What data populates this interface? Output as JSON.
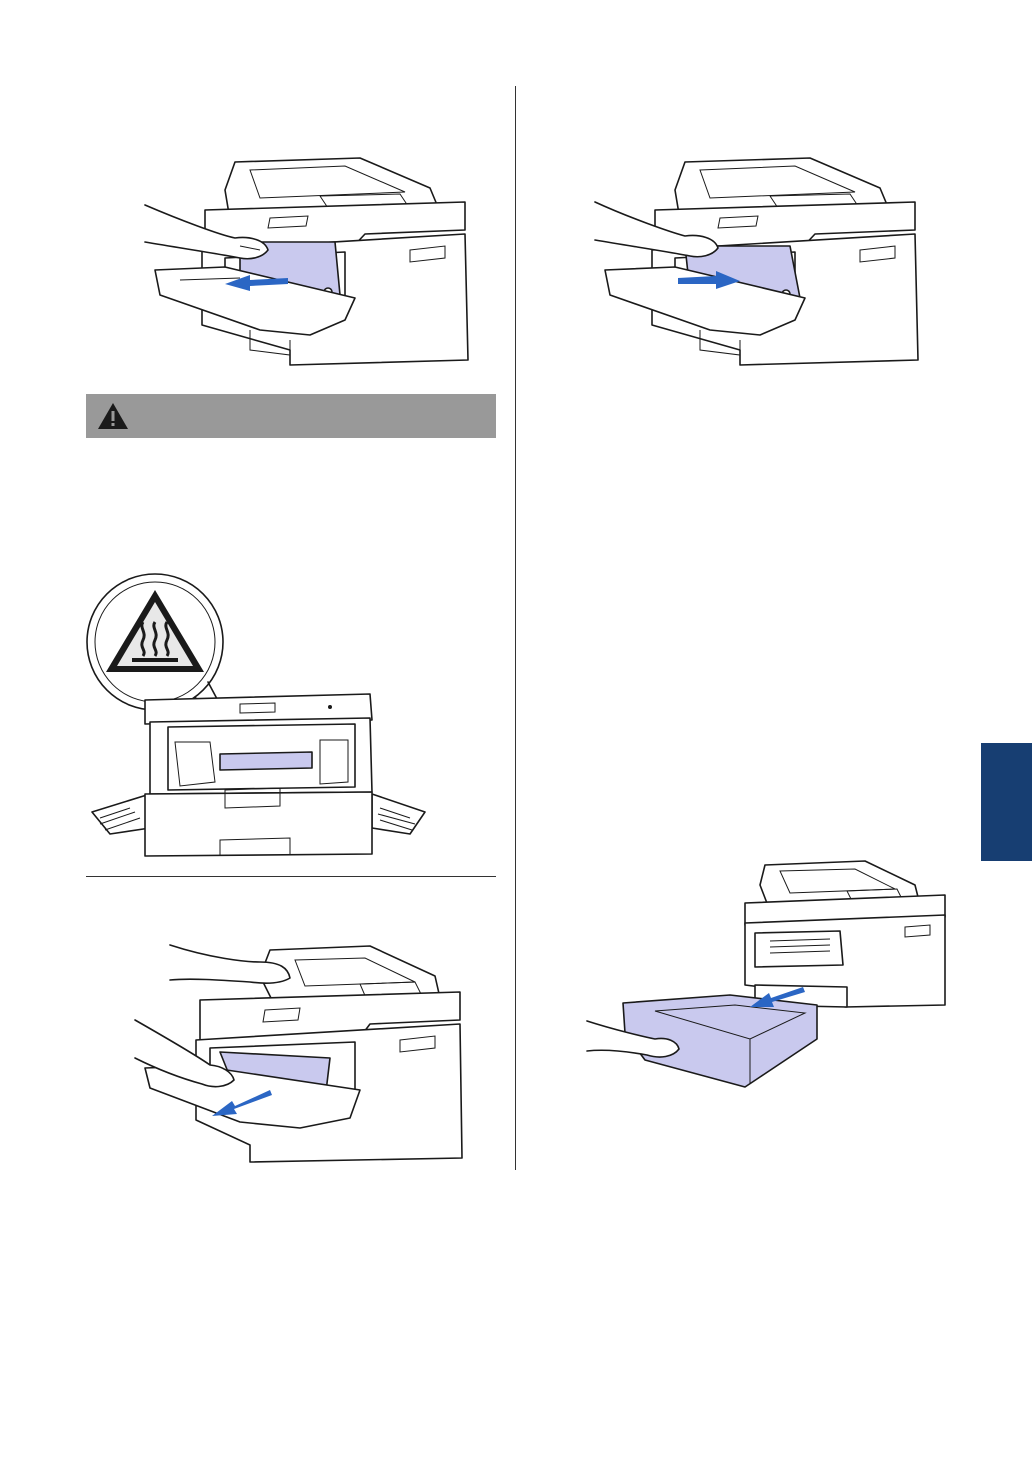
{
  "page": {
    "warning_label": "",
    "chapter_tab_label": ""
  },
  "figures": [
    {
      "name": "remove-toner-drum-assembly",
      "icon": "printer-illustration"
    },
    {
      "name": "hot-surface-warning",
      "icon": "hot-surface-icon"
    },
    {
      "name": "pull-jammed-paper",
      "icon": "printer-illustration"
    },
    {
      "name": "reinstall-toner-drum-assembly",
      "icon": "printer-illustration"
    },
    {
      "name": "pull-out-paper-tray",
      "icon": "printer-illustration"
    }
  ],
  "colors": {
    "warning_bar": "#999999",
    "chapter_tab": "#173e72",
    "arrow": "#2b66c4",
    "highlight_part": "#c9c9ee"
  }
}
